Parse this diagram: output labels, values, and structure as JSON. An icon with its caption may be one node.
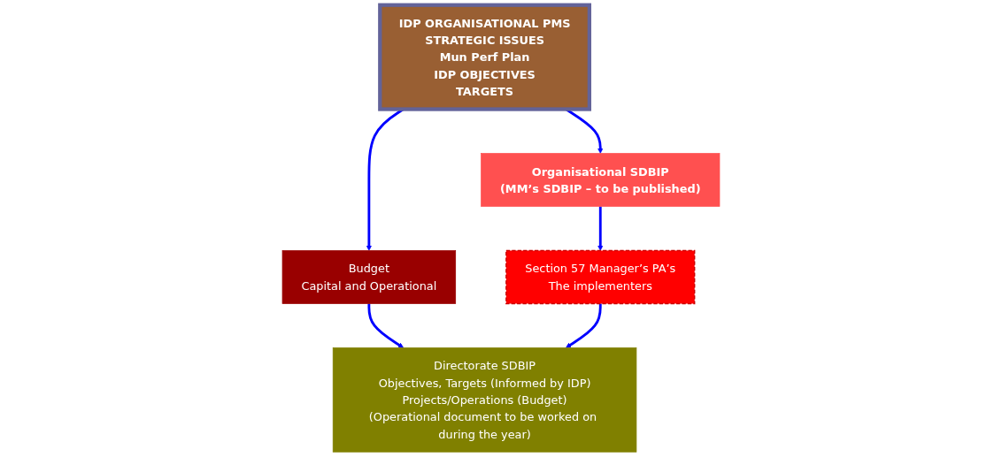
{
  "diagram": {
    "nodes": [
      {
        "text": [
          "IDP ORGANISATIONAL PMS",
          "STRATEGIC ISSUES",
          "Mun Perf Plan",
          "IDP OBJECTIVES",
          "TARGETS"
        ]
      },
      {
        "text": [
          "Organisational SDBIP",
          "(MM’s SDBIP – to be published)"
        ]
      },
      {
        "text": [
          "Budget",
          "Capital and Operational"
        ]
      },
      {
        "text": [
          "Directorate SDBIP",
          "Objectives, Targets (Informed by IDP)",
          "Projects/Operations (Budget)",
          "(Operational document to be worked on during the year)"
        ]
      },
      {
        "text": [
          "Section 57 Manager’s PA’s",
          "The implementers"
        ]
      }
    ],
    "edges": [
      {
        "from": 0,
        "to": 2,
        "arrow": "to"
      },
      {
        "from": 0,
        "to": 1,
        "arrow": "to"
      },
      {
        "from": 2,
        "to": 3,
        "arrow": "to"
      },
      {
        "from": 1,
        "to": 4,
        "arrow": "to"
      },
      {
        "from": 4,
        "to": 3,
        "arrow": "to"
      }
    ]
  }
}
